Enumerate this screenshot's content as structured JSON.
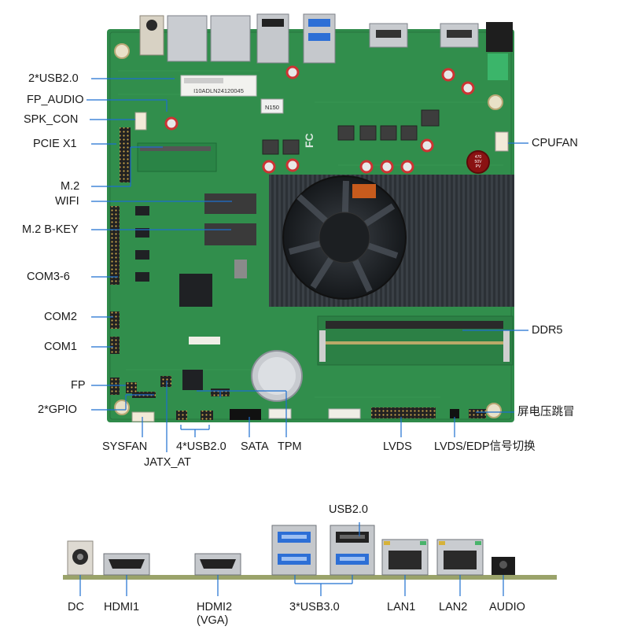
{
  "top_board": {
    "sticker_text": "I10ADLN24120045",
    "chip_marking": "N150",
    "fcc_mark": "FC",
    "cap_text": [
      "470",
      "50V",
      "PV"
    ]
  },
  "callouts_left": [
    {
      "label": "2*USB2.0"
    },
    {
      "label": "FP_AUDIO"
    },
    {
      "label": "SPK_CON"
    },
    {
      "label": "PCIE X1"
    },
    {
      "label": "M.2"
    },
    {
      "label": "WIFI"
    },
    {
      "label": "M.2 B-KEY"
    },
    {
      "label": "COM3-6"
    },
    {
      "label": "COM2"
    },
    {
      "label": "COM1"
    },
    {
      "label": "FP"
    },
    {
      "label": "2*GPIO"
    }
  ],
  "callouts_right": [
    {
      "label": "CPUFAN"
    },
    {
      "label": "DDR5"
    },
    {
      "label": "屏电压跳冒"
    }
  ],
  "callouts_bottom": [
    {
      "label": "SYSFAN"
    },
    {
      "label": "JATX_AT"
    },
    {
      "label": "4*USB2.0"
    },
    {
      "label": "SATA"
    },
    {
      "label": "TPM"
    },
    {
      "label": "LVDS"
    },
    {
      "label": "LVDS/EDP信号切换"
    }
  ],
  "io_panel": {
    "top_label": "USB2.0",
    "ports": [
      {
        "label": "DC"
      },
      {
        "label": "HDMI1"
      },
      {
        "label": "HDMI2",
        "sub": "(VGA)"
      },
      {
        "label": "3*USB3.0"
      },
      {
        "label": "LAN1"
      },
      {
        "label": "LAN2"
      },
      {
        "label": "AUDIO"
      }
    ]
  },
  "colors": {
    "pcb": "#2f8a4a",
    "pcb_dark": "#236b39",
    "heatsink": "#2a2e33",
    "callout_line": "#1d6fd0",
    "usb3_blue": "#2d6fd6",
    "text": "#1a1a1a"
  }
}
